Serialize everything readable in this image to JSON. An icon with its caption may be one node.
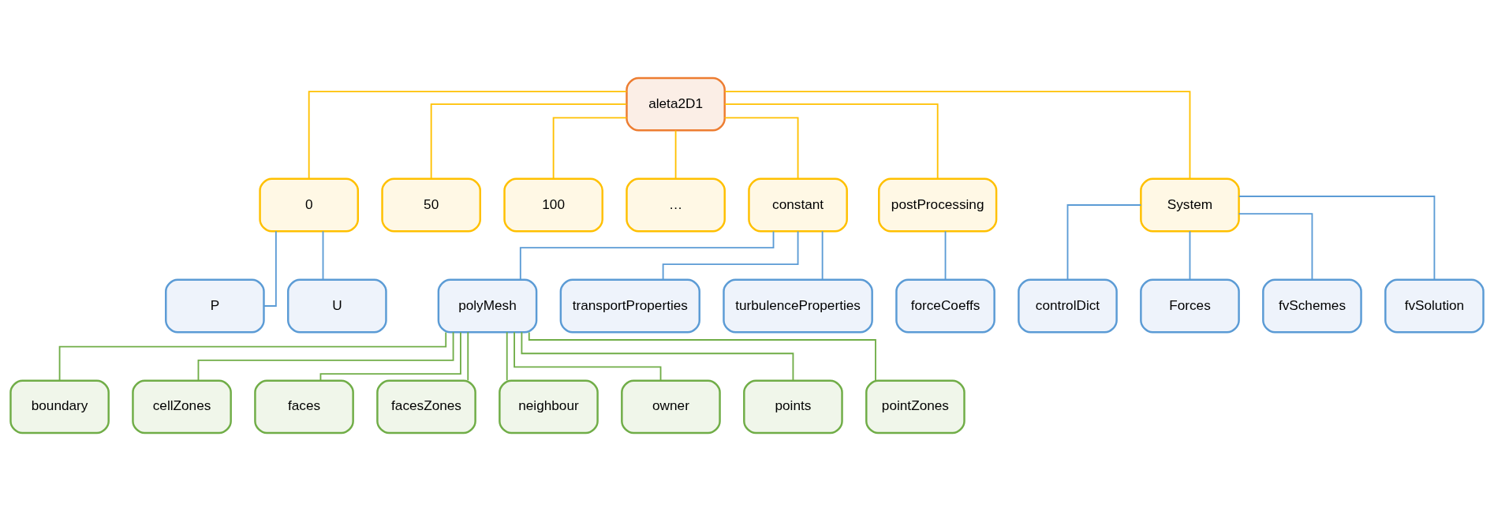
{
  "diagram": {
    "nodes": [
      {
        "text": [
          "aleta2D1"
        ]
      },
      {
        "text": [
          "0"
        ]
      },
      {
        "text": [
          "50"
        ]
      },
      {
        "text": [
          "100"
        ]
      },
      {
        "text": [
          "…"
        ]
      },
      {
        "text": [
          "constant"
        ]
      },
      {
        "text": [
          "postProcessing"
        ]
      },
      {
        "text": [
          "System"
        ]
      },
      {
        "text": [
          "P"
        ]
      },
      {
        "text": [
          "U"
        ]
      },
      {
        "text": [
          "polyMesh"
        ]
      },
      {
        "text": [
          "transportProperties"
        ]
      },
      {
        "text": [
          "turbulenceProperties"
        ]
      },
      {
        "text": [
          "forceCoeffs"
        ]
      },
      {
        "text": [
          "controlDict"
        ]
      },
      {
        "text": [
          "Forces"
        ]
      },
      {
        "text": [
          "fvSchemes"
        ]
      },
      {
        "text": [
          "fvSolution"
        ]
      },
      {
        "text": [
          "boundary"
        ]
      },
      {
        "text": [
          "cellZones"
        ]
      },
      {
        "text": [
          "faces"
        ]
      },
      {
        "text": [
          "facesZones"
        ]
      },
      {
        "text": [
          "neighbour"
        ]
      },
      {
        "text": [
          "owner"
        ]
      },
      {
        "text": [
          "points"
        ]
      },
      {
        "text": [
          "pointZones"
        ]
      }
    ],
    "edges": [
      {
        "from": 0,
        "to": 1,
        "arrow": "none",
        "color": "#ffc000"
      },
      {
        "from": 0,
        "to": 2,
        "arrow": "none",
        "color": "#ffc000"
      },
      {
        "from": 0,
        "to": 3,
        "arrow": "none",
        "color": "#ffc000"
      },
      {
        "from": 0,
        "to": 4,
        "arrow": "none",
        "color": "#ffc000"
      },
      {
        "from": 0,
        "to": 5,
        "arrow": "none",
        "color": "#ffc000"
      },
      {
        "from": 0,
        "to": 6,
        "arrow": "none",
        "color": "#ffc000"
      },
      {
        "from": 0,
        "to": 7,
        "arrow": "none",
        "color": "#ffc000"
      },
      {
        "from": 1,
        "to": 8,
        "arrow": "none"
      },
      {
        "from": 1,
        "to": 9,
        "arrow": "none"
      },
      {
        "from": 5,
        "to": 10,
        "arrow": "none"
      },
      {
        "from": 5,
        "to": 11,
        "arrow": "none"
      },
      {
        "from": 5,
        "to": 12,
        "arrow": "none"
      },
      {
        "from": 6,
        "to": 13,
        "arrow": "none"
      },
      {
        "from": 7,
        "to": 14,
        "arrow": "none"
      },
      {
        "from": 7,
        "to": 15,
        "arrow": "none"
      },
      {
        "from": 7,
        "to": 16,
        "arrow": "none"
      },
      {
        "from": 7,
        "to": 17,
        "arrow": "none"
      },
      {
        "from": 10,
        "to": 18,
        "arrow": "none",
        "color": "#70ad47"
      },
      {
        "from": 10,
        "to": 19,
        "arrow": "none",
        "color": "#70ad47"
      },
      {
        "from": 10,
        "to": 20,
        "arrow": "none",
        "color": "#70ad47"
      },
      {
        "from": 10,
        "to": 21,
        "arrow": "none",
        "color": "#70ad47"
      },
      {
        "from": 10,
        "to": 22,
        "arrow": "none",
        "color": "#70ad47"
      },
      {
        "from": 10,
        "to": 23,
        "arrow": "none",
        "color": "#70ad47"
      },
      {
        "from": 10,
        "to": 24,
        "arrow": "none",
        "color": "#70ad47"
      },
      {
        "from": 10,
        "to": 25,
        "arrow": "none",
        "color": "#70ad47"
      }
    ]
  }
}
